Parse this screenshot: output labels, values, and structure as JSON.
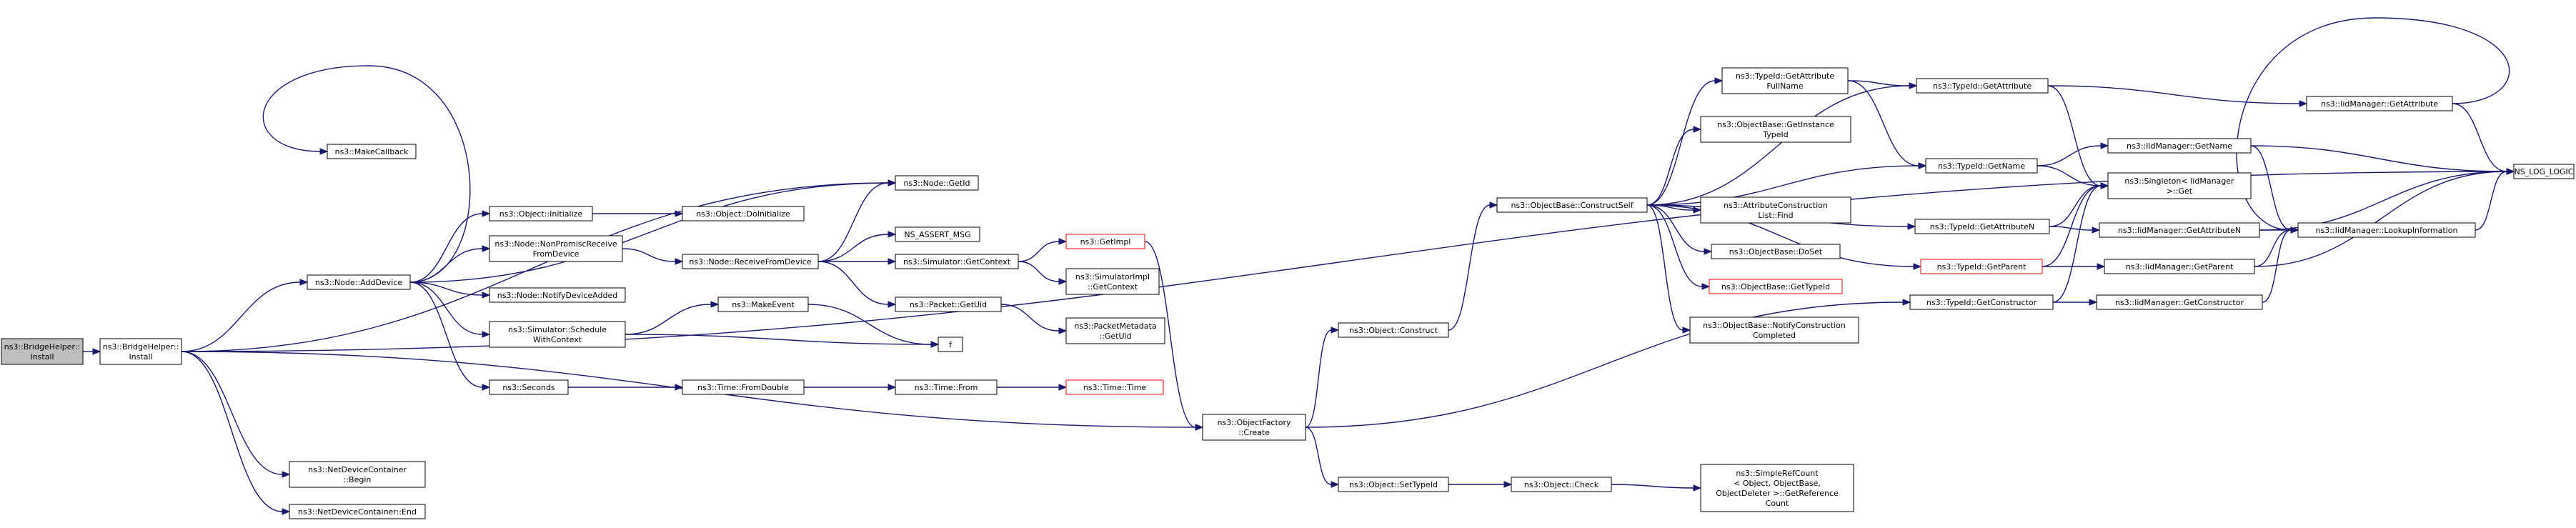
{
  "diagram": {
    "kind": "call-graph",
    "colors": {
      "edge": "#191970",
      "node_border": "#000000",
      "node_fill": "#ffffff",
      "root_fill": "#bfbfbf",
      "external_border": "#ff0000"
    },
    "nodes": [
      {
        "id": "bridgehelper_install_root",
        "lines": [
          "ns3::BridgeHelper::",
          "Install"
        ]
      },
      {
        "id": "bridgehelper_install",
        "lines": [
          "ns3::BridgeHelper::",
          "Install"
        ]
      },
      {
        "id": "node_adddevice",
        "lines": [
          "ns3::Node::AddDevice"
        ]
      },
      {
        "id": "netdevicecontainer_begin",
        "lines": [
          "ns3::NetDeviceContainer",
          "::Begin"
        ]
      },
      {
        "id": "netdevicecontainer_end",
        "lines": [
          "ns3::NetDeviceContainer::End"
        ]
      },
      {
        "id": "makecallback",
        "lines": [
          "ns3::MakeCallback"
        ]
      },
      {
        "id": "object_initialize",
        "lines": [
          "ns3::Object::Initialize"
        ]
      },
      {
        "id": "node_nonpromisc",
        "lines": [
          "ns3::Node::NonPromiscReceive",
          "FromDevice"
        ]
      },
      {
        "id": "node_notifydeviceadded",
        "lines": [
          "ns3::Node::NotifyDeviceAdded"
        ]
      },
      {
        "id": "simulator_schedulewithcontext",
        "lines": [
          "ns3::Simulator::Schedule",
          "WithContext"
        ]
      },
      {
        "id": "seconds",
        "lines": [
          "ns3::Seconds"
        ]
      },
      {
        "id": "node_getid",
        "lines": [
          "ns3::Node::GetId"
        ]
      },
      {
        "id": "object_doinitialize",
        "lines": [
          "ns3::Object::DoInitialize"
        ]
      },
      {
        "id": "node_receivefromdevice",
        "lines": [
          "ns3::Node::ReceiveFromDevice"
        ]
      },
      {
        "id": "ns_assert_msg",
        "lines": [
          "NS_ASSERT_MSG"
        ]
      },
      {
        "id": "simulator_getcontext",
        "lines": [
          "ns3::Simulator::GetContext"
        ]
      },
      {
        "id": "packet_getuid",
        "lines": [
          "ns3::Packet::GetUid"
        ]
      },
      {
        "id": "makeevent",
        "lines": [
          "ns3::MakeEvent"
        ]
      },
      {
        "id": "f",
        "lines": [
          "f"
        ]
      },
      {
        "id": "time_fromdouble",
        "lines": [
          "ns3::Time::FromDouble"
        ]
      },
      {
        "id": "time_from",
        "lines": [
          "ns3::Time::From"
        ]
      },
      {
        "id": "time_time",
        "lines": [
          "ns3::Time::Time"
        ],
        "external": true
      },
      {
        "id": "getimpl",
        "lines": [
          "ns3::GetImpl"
        ],
        "external": true
      },
      {
        "id": "simulatorimpl_getcontext",
        "lines": [
          "ns3::SimulatorImpl",
          "::GetContext"
        ]
      },
      {
        "id": "packetmetadata_getuid",
        "lines": [
          "ns3::PacketMetadata",
          "::GetUid"
        ]
      },
      {
        "id": "objectfactory_create",
        "lines": [
          "ns3::ObjectFactory",
          "::Create"
        ]
      },
      {
        "id": "object_construct",
        "lines": [
          "ns3::Object::Construct"
        ]
      },
      {
        "id": "object_settypeid",
        "lines": [
          "ns3::Object::SetTypeId"
        ]
      },
      {
        "id": "object_check",
        "lines": [
          "ns3::Object::Check"
        ]
      },
      {
        "id": "simplerefcount_getreferencecount",
        "lines": [
          "ns3::SimpleRefCount",
          "< Object, ObjectBase,",
          "ObjectDeleter >::GetReference",
          "Count"
        ]
      },
      {
        "id": "objectbase_constructself",
        "lines": [
          "ns3::ObjectBase::ConstructSelf"
        ]
      },
      {
        "id": "typeid_getattributefullname",
        "lines": [
          "ns3::TypeId::GetAttribute",
          "FullName"
        ]
      },
      {
        "id": "objectbase_getinstancetypeid",
        "lines": [
          "ns3::ObjectBase::GetInstance",
          "TypeId"
        ]
      },
      {
        "id": "attributeconstructionlist_find",
        "lines": [
          "ns3::AttributeConstruction",
          "List::Find"
        ]
      },
      {
        "id": "objectbase_doset",
        "lines": [
          "ns3::ObjectBase::DoSet"
        ]
      },
      {
        "id": "objectbase_gettypeid",
        "lines": [
          "ns3::ObjectBase::GetTypeId"
        ],
        "external": true
      },
      {
        "id": "objectbase_notifyconstructioncompleted",
        "lines": [
          "ns3::ObjectBase::NotifyConstruction",
          "Completed"
        ]
      },
      {
        "id": "typeid_getattribute",
        "lines": [
          "ns3::TypeId::GetAttribute"
        ]
      },
      {
        "id": "typeid_getname",
        "lines": [
          "ns3::TypeId::GetName"
        ]
      },
      {
        "id": "typeid_getattributen",
        "lines": [
          "ns3::TypeId::GetAttributeN"
        ]
      },
      {
        "id": "typeid_getparent",
        "lines": [
          "ns3::TypeId::GetParent"
        ],
        "external": true
      },
      {
        "id": "typeid_getconstructor",
        "lines": [
          "ns3::TypeId::GetConstructor"
        ]
      },
      {
        "id": "singleton_iidmanager_get",
        "lines": [
          "ns3::Singleton< IidManager",
          ">::Get"
        ]
      },
      {
        "id": "iidmanager_getname",
        "lines": [
          "ns3::IidManager::GetName"
        ]
      },
      {
        "id": "iidmanager_getattributen",
        "lines": [
          "ns3::IidManager::GetAttributeN"
        ]
      },
      {
        "id": "iidmanager_getparent",
        "lines": [
          "ns3::IidManager::GetParent"
        ]
      },
      {
        "id": "iidmanager_getconstructor",
        "lines": [
          "ns3::IidManager::GetConstructor"
        ]
      },
      {
        "id": "iidmanager_getattribute",
        "lines": [
          "ns3::IidManager::GetAttribute"
        ]
      },
      {
        "id": "iidmanager_lookupinformation",
        "lines": [
          "ns3::IidManager::LookupInformation"
        ]
      },
      {
        "id": "ns_log_logic",
        "lines": [
          "NS_LOG_LOGIC"
        ]
      }
    ],
    "edges": [
      [
        "bridgehelper_install_root",
        "bridgehelper_install"
      ],
      [
        "bridgehelper_install",
        "node_adddevice"
      ],
      [
        "bridgehelper_install",
        "netdevicecontainer_begin"
      ],
      [
        "bridgehelper_install",
        "netdevicecontainer_end"
      ],
      [
        "bridgehelper_install",
        "node_getid"
      ],
      [
        "bridgehelper_install",
        "ns_log_logic"
      ],
      [
        "bridgehelper_install",
        "objectfactory_create"
      ],
      [
        "node_adddevice",
        "makecallback"
      ],
      [
        "node_adddevice",
        "object_initialize"
      ],
      [
        "node_adddevice",
        "node_nonpromisc"
      ],
      [
        "node_adddevice",
        "node_notifydeviceadded"
      ],
      [
        "node_adddevice",
        "simulator_schedulewithcontext"
      ],
      [
        "node_adddevice",
        "seconds"
      ],
      [
        "node_adddevice",
        "node_getid"
      ],
      [
        "object_initialize",
        "object_doinitialize"
      ],
      [
        "node_nonpromisc",
        "node_receivefromdevice"
      ],
      [
        "node_receivefromdevice",
        "node_getid"
      ],
      [
        "node_receivefromdevice",
        "ns_assert_msg"
      ],
      [
        "node_receivefromdevice",
        "simulator_getcontext"
      ],
      [
        "node_receivefromdevice",
        "packet_getuid"
      ],
      [
        "simulator_getcontext",
        "getimpl"
      ],
      [
        "simulator_getcontext",
        "simulatorimpl_getcontext"
      ],
      [
        "packet_getuid",
        "packetmetadata_getuid"
      ],
      [
        "simulator_schedulewithcontext",
        "makeevent"
      ],
      [
        "simulator_schedulewithcontext",
        "f"
      ],
      [
        "makeevent",
        "f"
      ],
      [
        "seconds",
        "time_fromdouble"
      ],
      [
        "time_fromdouble",
        "time_from"
      ],
      [
        "time_from",
        "time_time"
      ],
      [
        "getimpl",
        "objectfactory_create"
      ],
      [
        "objectfactory_create",
        "object_construct"
      ],
      [
        "objectfactory_create",
        "object_settypeid"
      ],
      [
        "objectfactory_create",
        "typeid_getconstructor"
      ],
      [
        "object_settypeid",
        "object_check"
      ],
      [
        "object_check",
        "simplerefcount_getreferencecount"
      ],
      [
        "object_construct",
        "objectbase_constructself"
      ],
      [
        "objectbase_constructself",
        "typeid_getattributefullname"
      ],
      [
        "objectbase_constructself",
        "objectbase_getinstancetypeid"
      ],
      [
        "objectbase_constructself",
        "typeid_getname"
      ],
      [
        "objectbase_constructself",
        "attributeconstructionlist_find"
      ],
      [
        "objectbase_constructself",
        "objectbase_doset"
      ],
      [
        "objectbase_constructself",
        "objectbase_gettypeid"
      ],
      [
        "objectbase_constructself",
        "objectbase_notifyconstructioncompleted"
      ],
      [
        "objectbase_constructself",
        "typeid_getattribute"
      ],
      [
        "objectbase_constructself",
        "typeid_getattributen"
      ],
      [
        "objectbase_constructself",
        "typeid_getparent"
      ],
      [
        "typeid_getattributefullname",
        "typeid_getattribute"
      ],
      [
        "typeid_getattributefullname",
        "typeid_getname"
      ],
      [
        "typeid_getattribute",
        "iidmanager_getattribute"
      ],
      [
        "typeid_getattribute",
        "singleton_iidmanager_get"
      ],
      [
        "typeid_getname",
        "iidmanager_getname"
      ],
      [
        "typeid_getname",
        "singleton_iidmanager_get"
      ],
      [
        "typeid_getattributen",
        "iidmanager_getattributen"
      ],
      [
        "typeid_getattributen",
        "singleton_iidmanager_get"
      ],
      [
        "typeid_getparent",
        "iidmanager_getparent"
      ],
      [
        "typeid_getparent",
        "singleton_iidmanager_get"
      ],
      [
        "typeid_getconstructor",
        "iidmanager_getconstructor"
      ],
      [
        "typeid_getconstructor",
        "singleton_iidmanager_get"
      ],
      [
        "iidmanager_getname",
        "iidmanager_lookupinformation"
      ],
      [
        "iidmanager_getname",
        "ns_log_logic"
      ],
      [
        "iidmanager_getattributen",
        "iidmanager_lookupinformation"
      ],
      [
        "iidmanager_getattributen",
        "ns_log_logic"
      ],
      [
        "iidmanager_getparent",
        "iidmanager_lookupinformation"
      ],
      [
        "iidmanager_getparent",
        "ns_log_logic"
      ],
      [
        "iidmanager_getconstructor",
        "iidmanager_lookupinformation"
      ],
      [
        "iidmanager_getattribute",
        "iidmanager_lookupinformation"
      ],
      [
        "iidmanager_getattribute",
        "ns_log_logic"
      ],
      [
        "iidmanager_lookupinformation",
        "ns_log_logic"
      ]
    ]
  }
}
